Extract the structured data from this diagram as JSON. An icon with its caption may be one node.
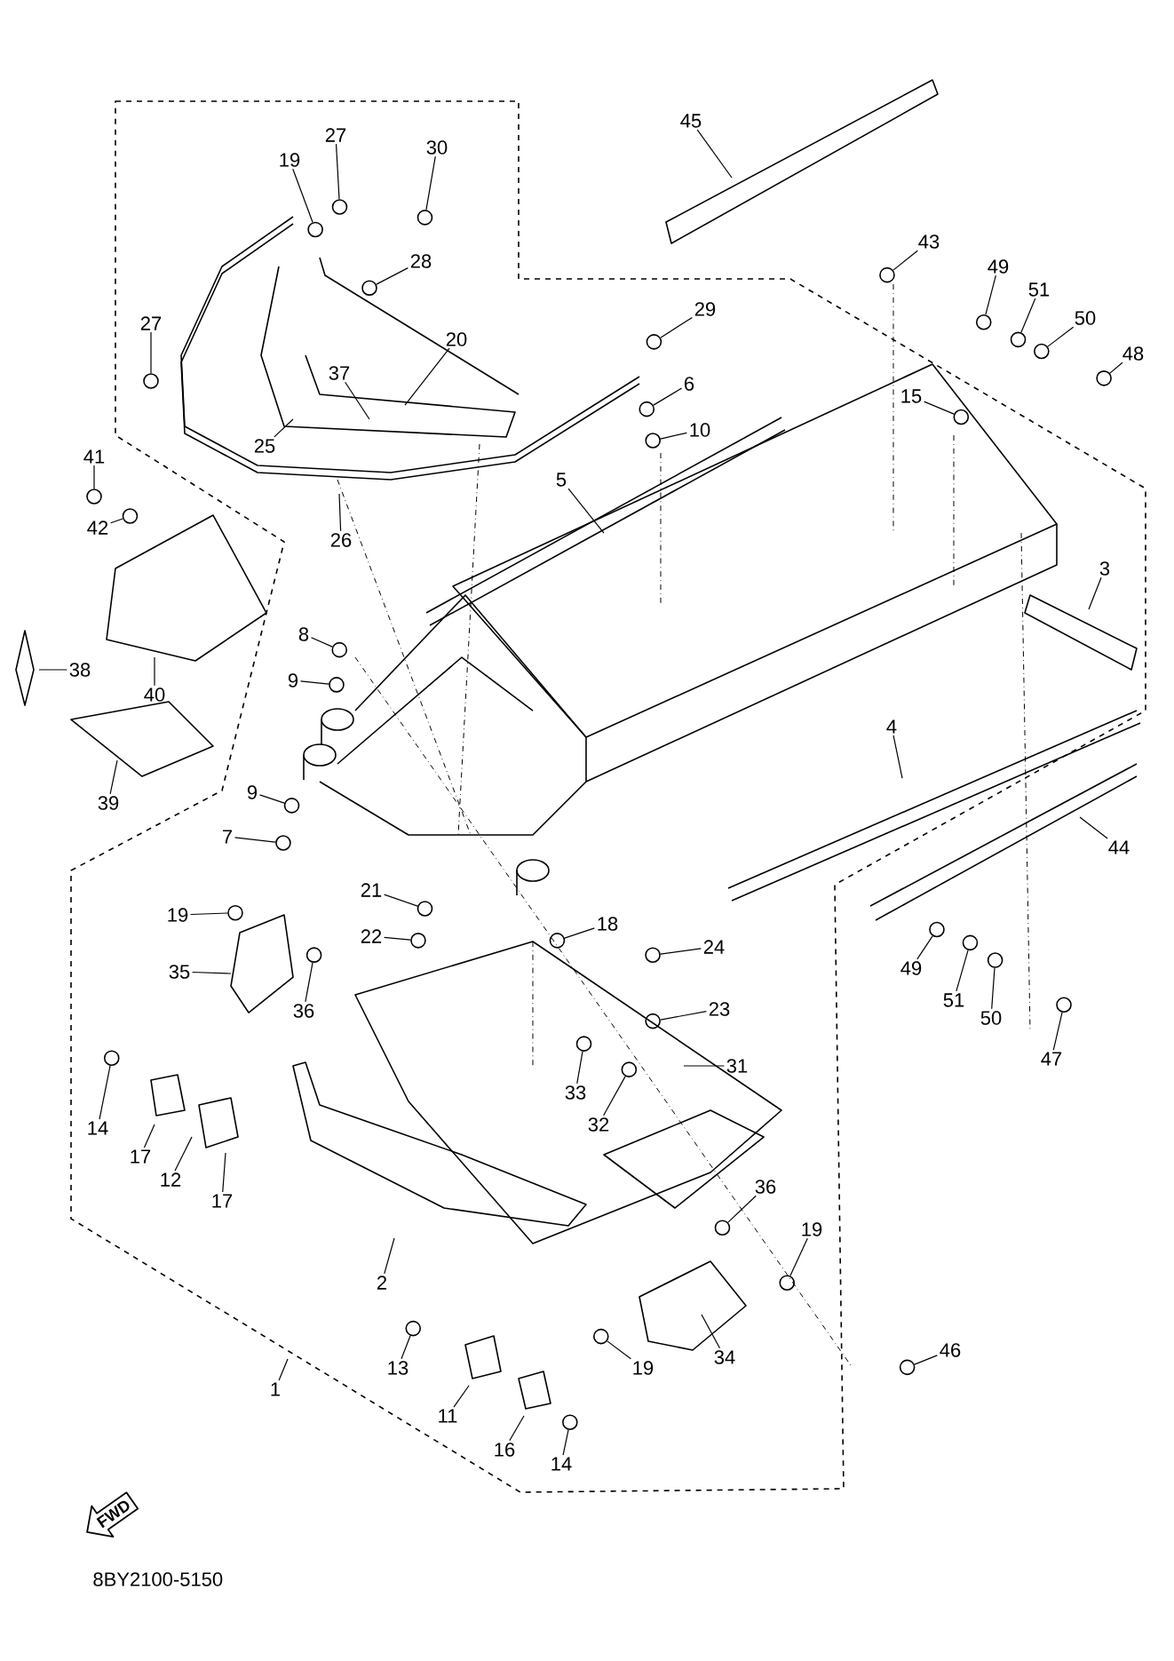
{
  "diagram": {
    "nodes": [
      {
        "text": [
          "45"
        ]
      },
      {
        "text": [
          "27"
        ]
      },
      {
        "text": [
          "30"
        ]
      },
      {
        "text": [
          "19"
        ]
      },
      {
        "text": [
          "43"
        ]
      },
      {
        "text": [
          "28"
        ]
      },
      {
        "text": [
          "49"
        ]
      },
      {
        "text": [
          "51"
        ]
      },
      {
        "text": [
          "29"
        ]
      },
      {
        "text": [
          "50"
        ]
      },
      {
        "text": [
          "27"
        ]
      },
      {
        "text": [
          "20"
        ]
      },
      {
        "text": [
          "48"
        ]
      },
      {
        "text": [
          "37"
        ]
      },
      {
        "text": [
          "6"
        ]
      },
      {
        "text": [
          "15"
        ]
      },
      {
        "text": [
          "10"
        ]
      },
      {
        "text": [
          "25"
        ]
      },
      {
        "text": [
          "41"
        ]
      },
      {
        "text": [
          "5"
        ]
      },
      {
        "text": [
          "42"
        ]
      },
      {
        "text": [
          "26"
        ]
      },
      {
        "text": [
          "3"
        ]
      },
      {
        "text": [
          "8"
        ]
      },
      {
        "text": [
          "38"
        ]
      },
      {
        "text": [
          "9"
        ]
      },
      {
        "text": [
          "40"
        ]
      },
      {
        "text": [
          "4"
        ]
      },
      {
        "text": [
          "9"
        ]
      },
      {
        "text": [
          "39"
        ]
      },
      {
        "text": [
          "7"
        ]
      },
      {
        "text": [
          "44"
        ]
      },
      {
        "text": [
          "21"
        ]
      },
      {
        "text": [
          "19"
        ]
      },
      {
        "text": [
          "18"
        ]
      },
      {
        "text": [
          "22"
        ]
      },
      {
        "text": [
          "24"
        ]
      },
      {
        "text": [
          "49"
        ]
      },
      {
        "text": [
          "35"
        ]
      },
      {
        "text": [
          "51"
        ]
      },
      {
        "text": [
          "23"
        ]
      },
      {
        "text": [
          "36"
        ]
      },
      {
        "text": [
          "50"
        ]
      },
      {
        "text": [
          "47"
        ]
      },
      {
        "text": [
          "31"
        ]
      },
      {
        "text": [
          "33"
        ]
      },
      {
        "text": [
          "32"
        ]
      },
      {
        "text": [
          "14"
        ]
      },
      {
        "text": [
          "17"
        ]
      },
      {
        "text": [
          "12"
        ]
      },
      {
        "text": [
          "36"
        ]
      },
      {
        "text": [
          "17"
        ]
      },
      {
        "text": [
          "19"
        ]
      },
      {
        "text": [
          "2"
        ]
      },
      {
        "text": [
          "46"
        ]
      },
      {
        "text": [
          "34"
        ]
      },
      {
        "text": [
          "13"
        ]
      },
      {
        "text": [
          "19"
        ]
      },
      {
        "text": [
          "1"
        ]
      },
      {
        "text": [
          "11"
        ]
      },
      {
        "text": [
          "16"
        ]
      },
      {
        "text": [
          "14"
        ]
      },
      {
        "text": [],
        "shape": "circle"
      },
      {
        "text": [],
        "shape": "circle"
      },
      {
        "text": [],
        "shape": "circle"
      },
      {
        "text": [],
        "shape": "circle"
      },
      {
        "text": [],
        "shape": "circle"
      },
      {
        "text": [],
        "shape": "circle"
      },
      {
        "text": [],
        "shape": "circle"
      },
      {
        "text": [],
        "shape": "circle"
      },
      {
        "text": [],
        "shape": "circle"
      },
      {
        "text": [],
        "shape": "circle"
      },
      {
        "text": [],
        "shape": "circle"
      },
      {
        "text": [],
        "shape": "circle"
      },
      {
        "text": [],
        "shape": "circle"
      },
      {
        "text": [],
        "shape": "circle"
      },
      {
        "text": [],
        "shape": "circle"
      },
      {
        "text": [],
        "shape": "circle"
      },
      {
        "text": [],
        "shape": "circle"
      },
      {
        "text": [],
        "shape": "circle"
      },
      {
        "text": [],
        "shape": "circle"
      },
      {
        "text": [],
        "shape": "circle"
      },
      {
        "text": [],
        "shape": "circle"
      },
      {
        "text": [],
        "shape": "circle"
      },
      {
        "text": [],
        "shape": "circle"
      },
      {
        "text": [],
        "shape": "circle"
      },
      {
        "text": [],
        "shape": "circle"
      },
      {
        "text": [],
        "shape": "circle"
      },
      {
        "text": [],
        "shape": "circle"
      },
      {
        "text": [],
        "shape": "circle"
      },
      {
        "text": [],
        "shape": "circle"
      },
      {
        "text": [],
        "shape": "circle"
      },
      {
        "text": [],
        "shape": "circle"
      },
      {
        "text": [],
        "shape": "circle"
      },
      {
        "text": [],
        "shape": "circle"
      },
      {
        "text": [],
        "shape": "circle"
      },
      {
        "text": [],
        "shape": "circle"
      },
      {
        "text": [],
        "shape": "circle"
      },
      {
        "text": [],
        "shape": "circle"
      },
      {
        "text": [],
        "shape": "circle"
      },
      {
        "text": [],
        "shape": "circle"
      },
      {
        "text": [],
        "shape": "circle"
      }
    ],
    "edges": [
      {
        "from": 0,
        "to": null,
        "arrow": "none"
      },
      {
        "from": 1,
        "to": 62,
        "arrow": "none"
      },
      {
        "from": 2,
        "to": 63,
        "arrow": "none"
      },
      {
        "from": 3,
        "to": 64,
        "arrow": "none"
      },
      {
        "from": 4,
        "to": 65,
        "arrow": "none"
      },
      {
        "from": 5,
        "to": 66,
        "arrow": "none"
      },
      {
        "from": 6,
        "to": 67,
        "arrow": "none"
      },
      {
        "from": 7,
        "to": 68,
        "arrow": "none"
      },
      {
        "from": 8,
        "to": 69,
        "arrow": "none"
      },
      {
        "from": 9,
        "to": 70,
        "arrow": "none"
      },
      {
        "from": 10,
        "to": 71,
        "arrow": "none"
      },
      {
        "from": 11,
        "to": null,
        "arrow": "none"
      },
      {
        "from": 12,
        "to": 72,
        "arrow": "none"
      },
      {
        "from": 13,
        "to": null,
        "arrow": "none"
      },
      {
        "from": 14,
        "to": 73,
        "arrow": "none"
      },
      {
        "from": 15,
        "to": 74,
        "arrow": "none"
      },
      {
        "from": 16,
        "to": 75,
        "arrow": "none"
      },
      {
        "from": 17,
        "to": null,
        "arrow": "none"
      },
      {
        "from": 18,
        "to": 76,
        "arrow": "none"
      },
      {
        "from": 19,
        "to": null,
        "arrow": "none"
      },
      {
        "from": 20,
        "to": 77,
        "arrow": "none"
      },
      {
        "from": 21,
        "to": null,
        "arrow": "none"
      },
      {
        "from": 22,
        "to": null,
        "arrow": "none"
      },
      {
        "from": 23,
        "to": 78,
        "arrow": "none"
      },
      {
        "from": 24,
        "to": null,
        "arrow": "none"
      },
      {
        "from": 25,
        "to": 79,
        "arrow": "none"
      },
      {
        "from": 26,
        "to": null,
        "arrow": "none"
      },
      {
        "from": 27,
        "to": null,
        "arrow": "none"
      },
      {
        "from": 28,
        "to": 80,
        "arrow": "none"
      },
      {
        "from": 29,
        "to": null,
        "arrow": "none"
      },
      {
        "from": 30,
        "to": 81,
        "arrow": "none"
      },
      {
        "from": 31,
        "to": null,
        "arrow": "none"
      },
      {
        "from": 32,
        "to": 82,
        "arrow": "none"
      },
      {
        "from": 33,
        "to": 83,
        "arrow": "none"
      },
      {
        "from": 34,
        "to": 84,
        "arrow": "none"
      },
      {
        "from": 35,
        "to": 85,
        "arrow": "none"
      },
      {
        "from": 36,
        "to": 86,
        "arrow": "none"
      },
      {
        "from": 37,
        "to": 87,
        "arrow": "none"
      },
      {
        "from": 38,
        "to": null,
        "arrow": "none"
      },
      {
        "from": 39,
        "to": 88,
        "arrow": "none"
      },
      {
        "from": 40,
        "to": 89,
        "arrow": "none"
      },
      {
        "from": 41,
        "to": 90,
        "arrow": "none"
      },
      {
        "from": 42,
        "to": 91,
        "arrow": "none"
      },
      {
        "from": 43,
        "to": 92,
        "arrow": "none"
      },
      {
        "from": 44,
        "to": null,
        "arrow": "none"
      },
      {
        "from": 45,
        "to": 93,
        "arrow": "none"
      },
      {
        "from": 46,
        "to": 94,
        "arrow": "none"
      },
      {
        "from": 47,
        "to": 95,
        "arrow": "none"
      },
      {
        "from": 48,
        "to": null,
        "arrow": "none"
      },
      {
        "from": 49,
        "to": null,
        "arrow": "none"
      },
      {
        "from": 50,
        "to": 96,
        "arrow": "none"
      },
      {
        "from": 51,
        "to": null,
        "arrow": "none"
      },
      {
        "from": 52,
        "to": 97,
        "arrow": "none"
      },
      {
        "from": 53,
        "to": null,
        "arrow": "none"
      },
      {
        "from": 54,
        "to": 98,
        "arrow": "none"
      },
      {
        "from": 55,
        "to": null,
        "arrow": "none"
      },
      {
        "from": 56,
        "to": 99,
        "arrow": "none"
      },
      {
        "from": 57,
        "to": 100,
        "arrow": "none"
      },
      {
        "from": 58,
        "to": null,
        "arrow": "none"
      },
      {
        "from": 59,
        "to": null,
        "arrow": "none"
      },
      {
        "from": 60,
        "to": null,
        "arrow": "none"
      },
      {
        "from": 61,
        "to": 101,
        "arrow": "none"
      }
    ],
    "labels": [
      "FWD",
      "8BY2100-5150"
    ]
  }
}
